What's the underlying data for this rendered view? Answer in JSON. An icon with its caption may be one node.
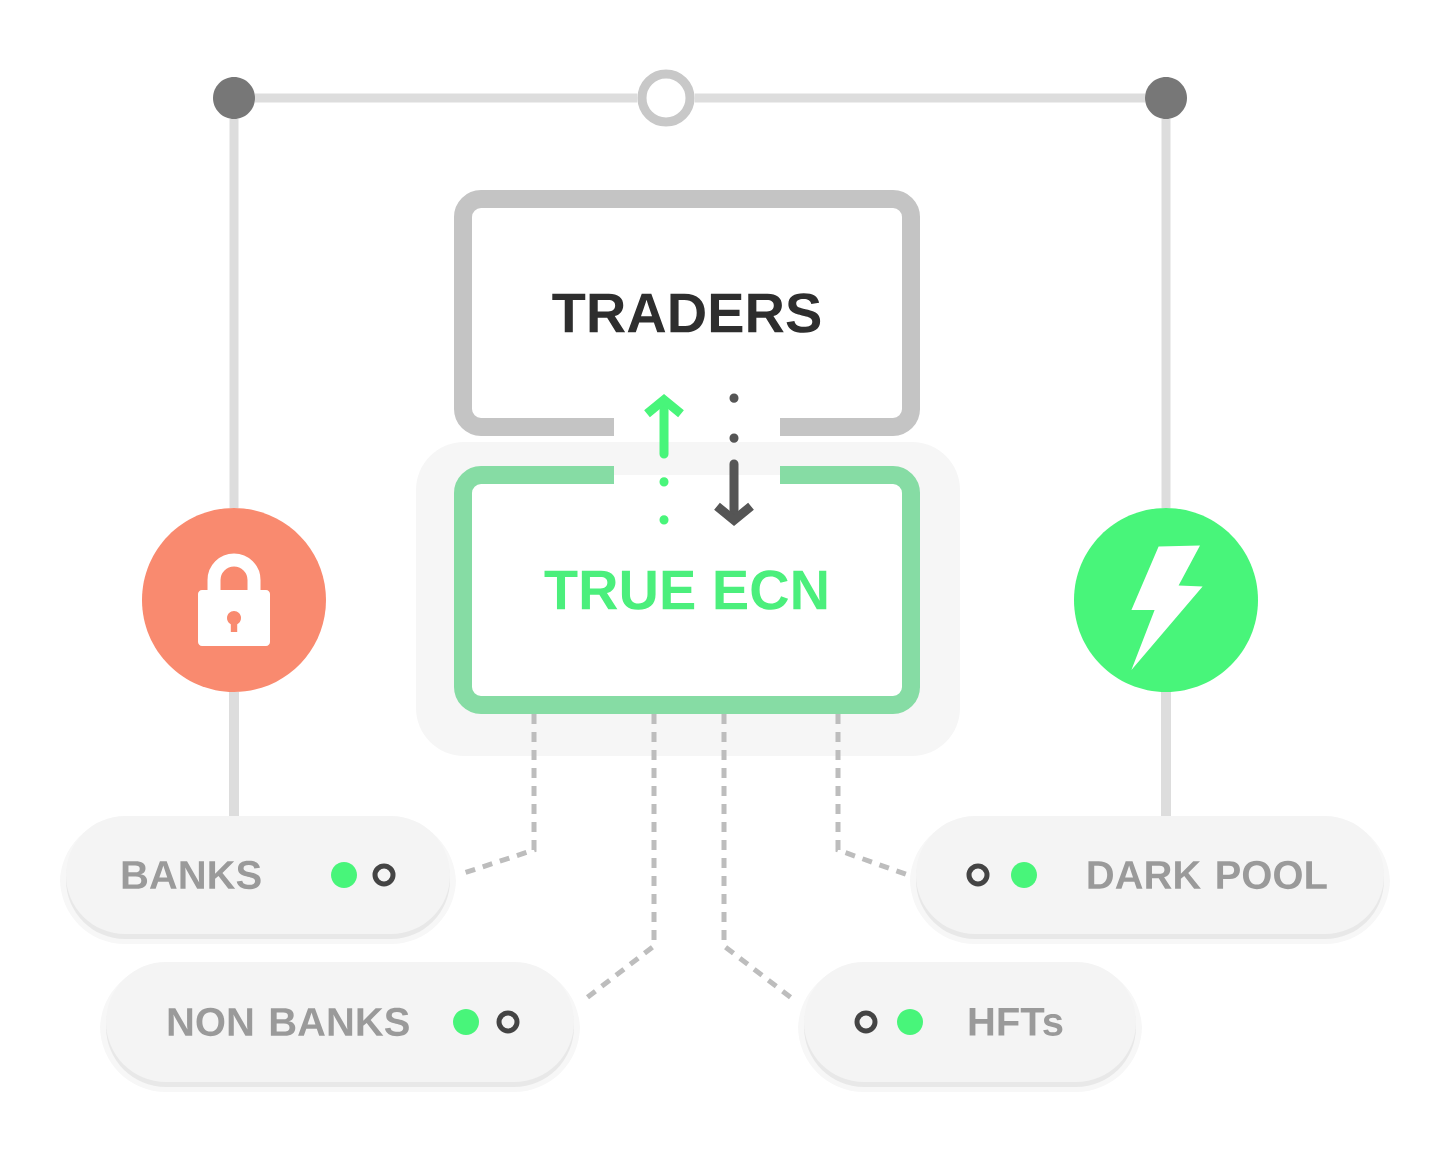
{
  "diagram": {
    "nodes": [
      {
        "text": [],
        "shape": "circle"
      },
      {
        "text": [],
        "shape": "circle"
      },
      {
        "text": [],
        "shape": "circle"
      },
      {
        "text": [
          "TRADERS"
        ]
      },
      {
        "text": [],
        "shape": "circle"
      },
      {
        "text": [
          "TRUE ECN"
        ]
      },
      {
        "text": [],
        "shape": "circle"
      },
      {
        "text": [
          "BANKS"
        ]
      },
      {
        "text": [
          "DARK POOL"
        ]
      },
      {
        "text": [
          "NON BANKS"
        ]
      },
      {
        "text": [
          "HFTs"
        ]
      }
    ],
    "edges": [
      {
        "from": 0,
        "to": 1,
        "arrow": "none"
      },
      {
        "from": 1,
        "to": 2,
        "arrow": "none"
      },
      {
        "from": 0,
        "to": 4,
        "arrow": "none"
      },
      {
        "from": 4,
        "to": 7,
        "arrow": "none"
      },
      {
        "from": 2,
        "to": 6,
        "arrow": "none"
      },
      {
        "from": 6,
        "to": 8,
        "arrow": "none"
      },
      {
        "from": 5,
        "to": 3,
        "arrow": "to",
        "style": "dashed",
        "color": "#48f57a"
      },
      {
        "from": 3,
        "to": 5,
        "arrow": "to",
        "style": "dashed",
        "color": "#555555"
      },
      {
        "from": 5,
        "to": 7,
        "arrow": "none",
        "style": "dashed",
        "color": "#bdbdbd"
      },
      {
        "from": 5,
        "to": 9,
        "arrow": "none",
        "style": "dashed",
        "color": "#bdbdbd"
      },
      {
        "from": 5,
        "to": 10,
        "arrow": "none",
        "style": "dashed",
        "color": "#bdbdbd"
      },
      {
        "from": 5,
        "to": 8,
        "arrow": "none",
        "style": "dashed",
        "color": "#bdbdbd"
      }
    ]
  }
}
